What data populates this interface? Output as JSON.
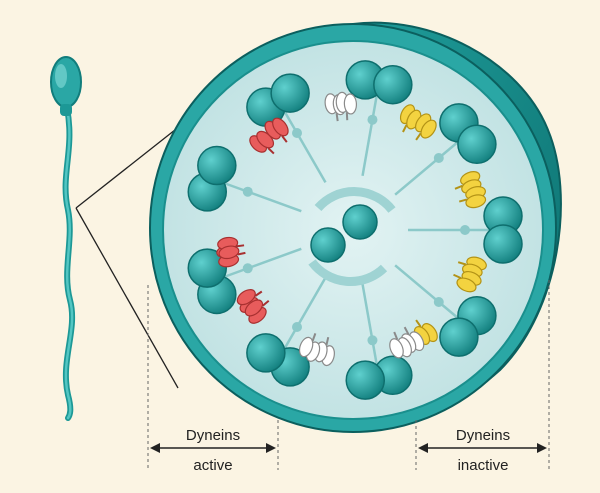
{
  "labels": {
    "left_top": "Dyneins",
    "left_bottom": "active",
    "right_top": "Dyneins",
    "right_bottom": "inactive"
  },
  "colors": {
    "background": "#fbf4e3",
    "teal": "#2aa7a5",
    "teal_dark": "#117d7c",
    "lumen": "#cfe9ea",
    "dynein_active": "#e85c5c",
    "dynein_inactive_yellow": "#f3d340",
    "dynein_inactive_white": "#ffffff"
  },
  "dyneins": [
    {
      "state": "active",
      "color": "red"
    },
    {
      "state": "active",
      "color": "red"
    },
    {
      "state": "active",
      "color": "red"
    },
    {
      "state": "active",
      "color": "red"
    },
    {
      "state": "active",
      "color": "red"
    },
    {
      "state": "active",
      "color": "red"
    },
    {
      "state": "inactive",
      "color": "white"
    },
    {
      "state": "inactive",
      "color": "white"
    },
    {
      "state": "inactive",
      "color": "yellow"
    },
    {
      "state": "inactive",
      "color": "yellow"
    },
    {
      "state": "inactive",
      "color": "yellow"
    },
    {
      "state": "inactive",
      "color": "yellow"
    },
    {
      "state": "inactive",
      "color": "yellow"
    },
    {
      "state": "inactive",
      "color": "yellow"
    },
    {
      "state": "inactive",
      "color": "yellow"
    },
    {
      "state": "inactive",
      "color": "white"
    },
    {
      "state": "inactive",
      "color": "white"
    },
    {
      "state": "inactive",
      "color": "white"
    },
    {
      "state": "inactive",
      "color": "white"
    }
  ]
}
